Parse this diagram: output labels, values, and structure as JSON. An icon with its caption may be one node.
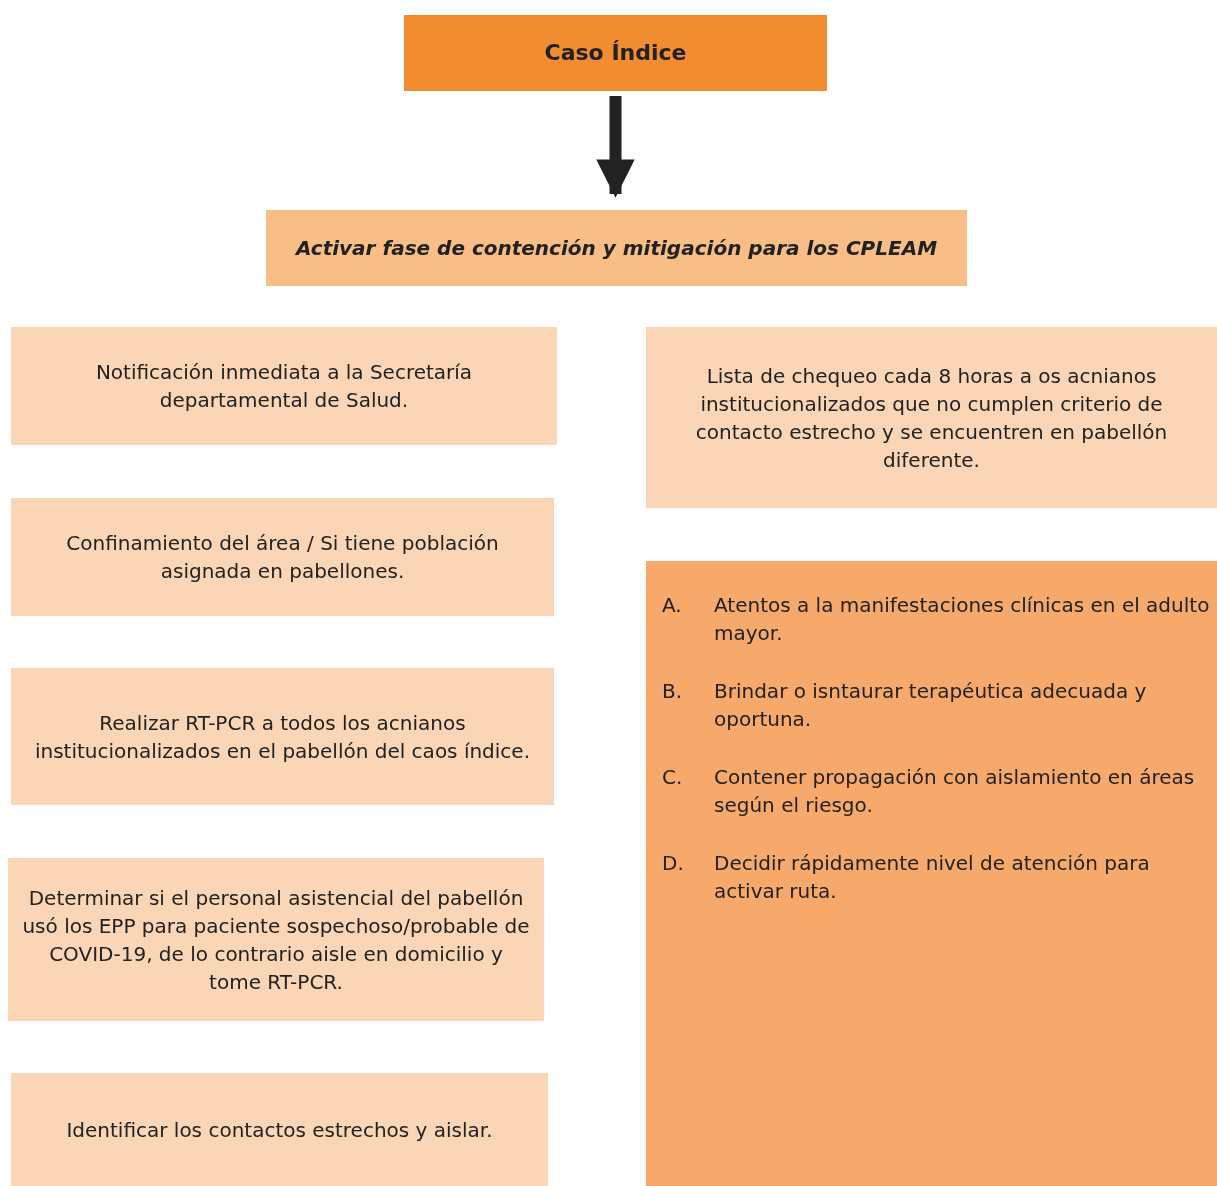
{
  "diagram": {
    "nodes": [
      {
        "text": [
          "Caso Índice"
        ]
      },
      {
        "text": [
          "Activar fase de contención y mitigación para los CPLEAM"
        ]
      },
      {
        "text": [
          "Notificación inmediata a la Secretaría departamental de Salud."
        ]
      },
      {
        "text": [
          "Confinamiento del área / Si tiene población asignada en pabellones."
        ]
      },
      {
        "text": [
          "Realizar RT-PCR a todos los acnianos institucionalizados en el pabellón del caos índice."
        ]
      },
      {
        "text": [
          "Determinar si el personal asistencial del pabellón usó los EPP para paciente sospechoso/probable de COVID-19, de lo contrario aisle en domicilio y tome RT-PCR."
        ]
      },
      {
        "text": [
          "Identificar los contactos estrechos y aislar."
        ]
      },
      {
        "text": [
          "Lista de chequeo cada 8 horas a os acnianos institucionalizados que no cumplen criterio de contacto estrecho y se encuentren en pabellón diferente."
        ]
      },
      {
        "text": [
          "A.",
          "Atentos a la manifestaciones clínicas en el adulto mayor.",
          "B.",
          "Brindar o isntaurar terapéutica adecuada y oportuna.",
          "C.",
          "Contener propagación con aislamiento en áreas según el riesgo.",
          "D.",
          "Decidir rápidamente nivel de atención para activar ruta."
        ]
      }
    ],
    "edges": [
      {
        "from": 0,
        "to": 1,
        "arrow": "to"
      }
    ]
  }
}
